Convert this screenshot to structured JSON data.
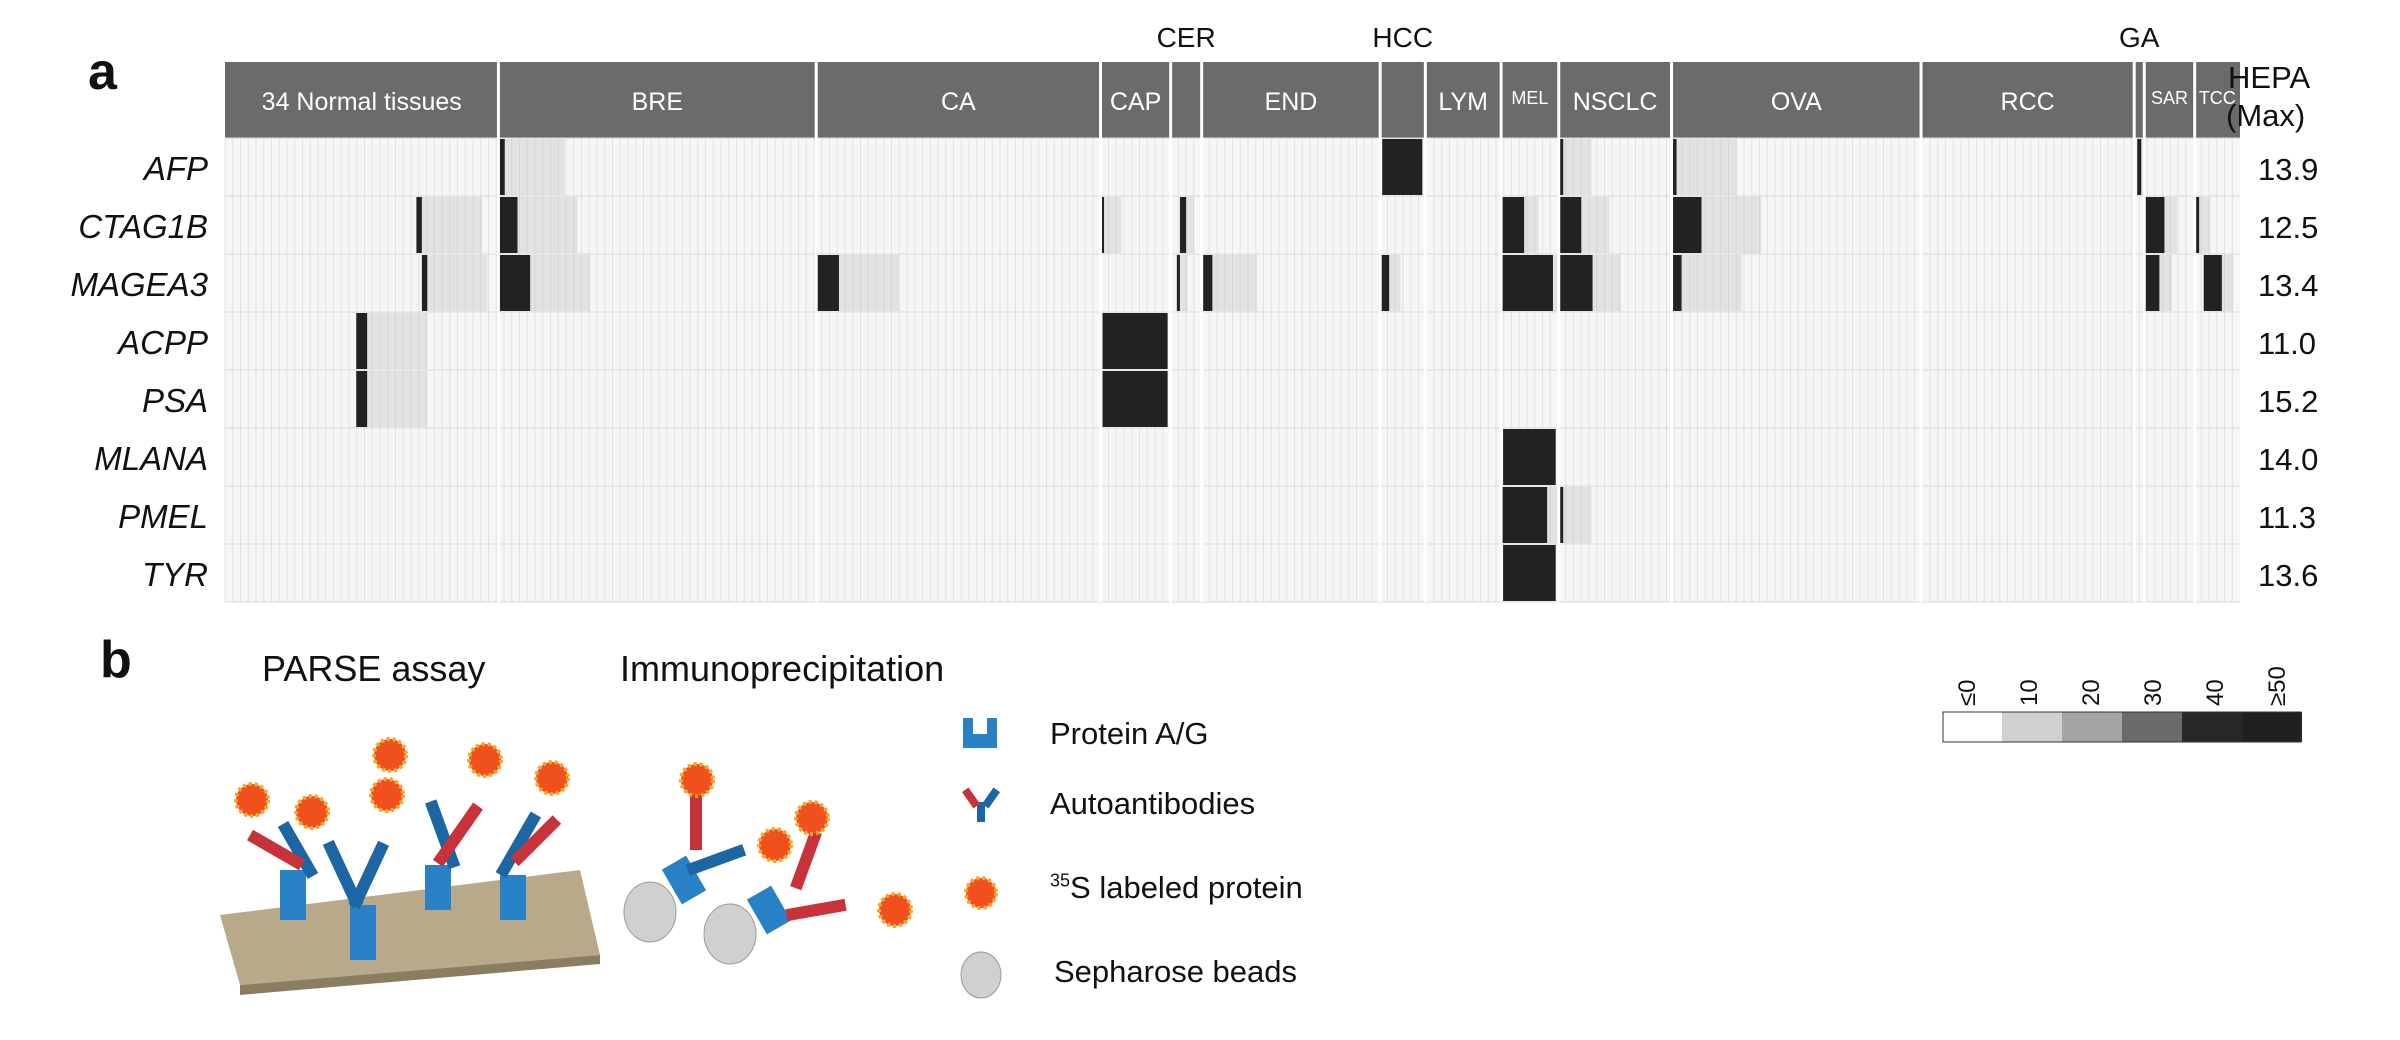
{
  "panel_a": {
    "label": "a",
    "column_groups": [
      {
        "label": "34 Normal tissues",
        "start": 0.0,
        "end": 0.1357,
        "above": false
      },
      {
        "label": "BRE",
        "start": 0.1357,
        "end": 0.2934,
        "above": false
      },
      {
        "label": "CA",
        "start": 0.2934,
        "end": 0.4345,
        "above": false
      },
      {
        "label": "CAP",
        "start": 0.4345,
        "end": 0.4693,
        "above": false
      },
      {
        "label": "CER",
        "start": 0.4693,
        "end": 0.4847,
        "above": true
      },
      {
        "label": "END",
        "start": 0.4847,
        "end": 0.5733,
        "above": false
      },
      {
        "label": "HCC",
        "start": 0.5733,
        "end": 0.5957,
        "above": true
      },
      {
        "label": "LYM",
        "start": 0.5957,
        "end": 0.6333,
        "above": false
      },
      {
        "label": "MEL",
        "start": 0.6333,
        "end": 0.6619,
        "above": false
      },
      {
        "label": "NSCLC",
        "start": 0.6619,
        "end": 0.7179,
        "above": false
      },
      {
        "label": "OVA",
        "start": 0.7179,
        "end": 0.8417,
        "above": false
      },
      {
        "label": "RCC",
        "start": 0.8417,
        "end": 0.9475,
        "above": false
      },
      {
        "label": "GA",
        "start": 0.9475,
        "end": 0.9525,
        "above": true
      },
      {
        "label": "SAR",
        "start": 0.9525,
        "end": 0.9775,
        "above": false
      },
      {
        "label": "TCC",
        "start": 0.9775,
        "end": 1.0,
        "above": false
      }
    ],
    "max_header": {
      "line1": "HEPA",
      "line2": "(Max)"
    },
    "rows": [
      {
        "gene": "AFP",
        "max": "13.9"
      },
      {
        "gene": "CTAG1B",
        "max": "12.5"
      },
      {
        "gene": "MAGEA3",
        "max": "13.4"
      },
      {
        "gene": "ACPP",
        "max": "11.0"
      },
      {
        "gene": "PSA",
        "max": "15.2"
      },
      {
        "gene": "MLANA",
        "max": "14.0"
      },
      {
        "gene": "PMEL",
        "max": "11.3"
      },
      {
        "gene": "TYR",
        "max": "13.6"
      }
    ],
    "high_expression": [
      {
        "row": 0,
        "groups": [
          "HCC"
        ],
        "extra": [
          [
            "BRE",
            0.0,
            0.02
          ],
          [
            "NSCLC",
            0.0,
            0.04
          ],
          [
            "OVA",
            0.0,
            0.02
          ],
          [
            "GA",
            0.3,
            0.7
          ]
        ]
      },
      {
        "row": 1,
        "groups": [],
        "extra": [
          [
            "34 Normal tissues",
            0.7,
            0.72
          ],
          [
            "BRE",
            0.0,
            0.06
          ],
          [
            "CAP",
            0.0,
            0.05
          ],
          [
            "CER",
            0.3,
            0.5
          ],
          [
            "MEL",
            0.0,
            0.4
          ],
          [
            "NSCLC",
            0.0,
            0.2
          ],
          [
            "OVA",
            0.0,
            0.12
          ],
          [
            "SAR",
            0.0,
            0.4
          ],
          [
            "TCC",
            0.0,
            0.1
          ]
        ]
      },
      {
        "row": 2,
        "groups": [],
        "extra": [
          [
            "34 Normal tissues",
            0.72,
            0.74
          ],
          [
            "BRE",
            0.0,
            0.1
          ],
          [
            "CA",
            0.0,
            0.08
          ],
          [
            "CER",
            0.2,
            0.3
          ],
          [
            "END",
            0.0,
            0.06
          ],
          [
            "HCC",
            0.0,
            0.2
          ],
          [
            "MEL",
            0.0,
            0.9
          ],
          [
            "NSCLC",
            0.0,
            0.3
          ],
          [
            "OVA",
            0.0,
            0.04
          ],
          [
            "SAR",
            0.0,
            0.3
          ],
          [
            "TCC",
            0.2,
            0.6
          ]
        ]
      },
      {
        "row": 3,
        "groups": [
          "CAP"
        ],
        "extra": [
          [
            "34 Normal tissues",
            0.48,
            0.52
          ]
        ]
      },
      {
        "row": 4,
        "groups": [
          "CAP"
        ],
        "extra": [
          [
            "34 Normal tissues",
            0.48,
            0.52
          ]
        ]
      },
      {
        "row": 5,
        "groups": [
          "MEL"
        ],
        "extra": []
      },
      {
        "row": 6,
        "groups": [],
        "extra": [
          [
            "MEL",
            0.0,
            0.8
          ],
          [
            "NSCLC",
            0.0,
            0.04
          ]
        ]
      },
      {
        "row": 7,
        "groups": [
          "MEL"
        ],
        "extra": []
      }
    ]
  },
  "panel_b": {
    "label": "b",
    "parse_title": "PARSE assay",
    "ip_title": "Immunoprecipitation",
    "legend": [
      {
        "key": "protein-ag",
        "text": "Protein A/G"
      },
      {
        "key": "autoantibodies",
        "text": "Autoantibodies"
      },
      {
        "key": "labeled-protein",
        "sup": "35",
        "text": "S  labeled protein"
      },
      {
        "key": "sepharose",
        "text": "Sepharose beads"
      }
    ],
    "scale": {
      "ticks": [
        "≤0",
        "10",
        "20",
        "30",
        "40",
        "≥50"
      ],
      "colors": [
        "#ffffff",
        "#d0d0d0",
        "#a4a4a4",
        "#6a6a6a",
        "#282828",
        "#202020"
      ]
    }
  },
  "colors": {
    "header_bar": "#6b6b6b",
    "antibody_blue": "#2a82c6",
    "antibody_red": "#c8323a",
    "protein_orange": "#f0501e",
    "platform": "#b8a98a"
  }
}
